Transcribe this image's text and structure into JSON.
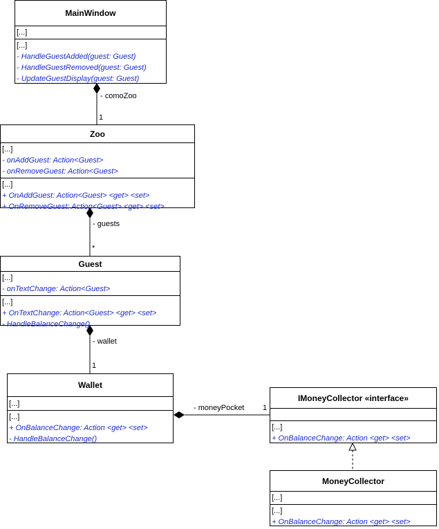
{
  "classes": {
    "main_window": {
      "name": "MainWindow",
      "attributes": [
        "[...]"
      ],
      "operations": [
        "[...]",
        "- HandleGuestAdded(guest: Guest)",
        "- HandleGuestRemoved(guest: Guest)",
        "- UpdateGuestDisplay(guest: Guest)"
      ]
    },
    "zoo": {
      "name": "Zoo",
      "attributes": [
        "[...]",
        "- onAddGuest: Action<Guest>",
        "- onRemoveGuest: Action<Guest>"
      ],
      "operations": [
        "[...]",
        "+ OnAddGuest: Action<Guest> <get> <set>",
        "+ OnRemoveGuest: Action<Guest> <get> <set>"
      ]
    },
    "guest": {
      "name": "Guest",
      "attributes": [
        "[...]",
        "- onTextChange: Action<Guest>"
      ],
      "operations": [
        "[...]",
        "+ OnTextChange: Action<Guest> <get> <set>",
        "- HandleBalanceChange()"
      ]
    },
    "wallet": {
      "name": "Wallet",
      "attributes": [
        "[...]"
      ],
      "operations": [
        "[...]",
        "+ OnBalanceChange: Action <get> <set>",
        "- HandleBalanceChange()"
      ]
    },
    "imoney_collector": {
      "name": "IMoneyCollector «interface»",
      "attributes": [],
      "operations": [
        "[...]",
        "+ OnBalanceChange: Action <get> <set>"
      ]
    },
    "money_collector": {
      "name": "MoneyCollector",
      "attributes": [
        "[...]"
      ],
      "operations": [
        "[...]",
        "+ OnBalanceChange: Action <get> <set>"
      ]
    }
  },
  "relations": {
    "mainwindow_zoo": {
      "role": "- comoZoo",
      "multiplicity": "1"
    },
    "zoo_guest": {
      "role": "- guests",
      "multiplicity": "*"
    },
    "guest_wallet": {
      "role": "- wallet",
      "multiplicity": "1"
    },
    "wallet_collector": {
      "role": "- moneyPocket",
      "multiplicity": "1"
    }
  }
}
